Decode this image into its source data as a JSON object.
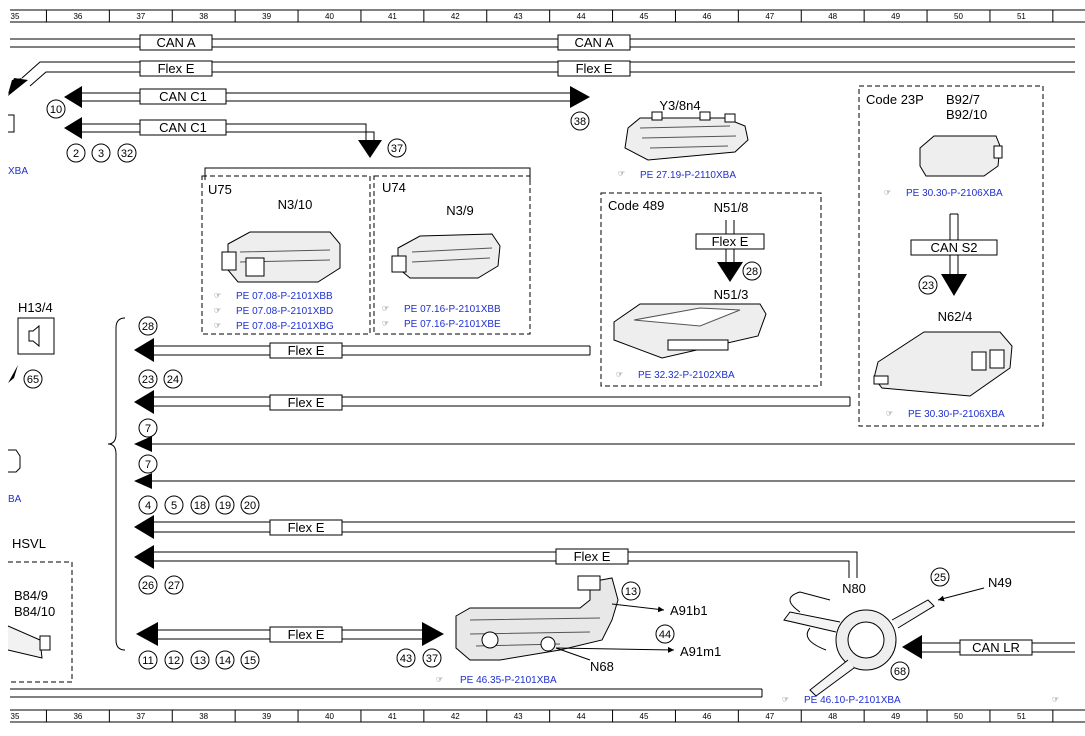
{
  "ruler": [
    "35",
    "36",
    "37",
    "38",
    "39",
    "40",
    "41",
    "42",
    "43",
    "44",
    "45",
    "46",
    "47",
    "48",
    "49",
    "50",
    "51"
  ],
  "bus_labels": {
    "can_a_1": "CAN A",
    "can_a_2": "CAN A",
    "flex_e_top_1": "Flex E",
    "flex_e_top_2": "Flex E",
    "can_c1_1": "CAN C1",
    "can_c1_2": "CAN C1",
    "flex_e_row1": "Flex E",
    "flex_e_row2": "Flex E",
    "flex_e_row3": "Flex E",
    "flex_e_row4": "Flex E",
    "flex_e_bottom": "Flex E",
    "flex_e_n51": "Flex E",
    "can_s2": "CAN S2",
    "can_lr": "CAN LR"
  },
  "circles": {
    "c10": "10",
    "c2": "2",
    "c3": "3",
    "c32": "32",
    "c38": "38",
    "c37a": "37",
    "c28a": "28",
    "c23a": "23",
    "c28b": "28",
    "c23b": "23",
    "c24": "24",
    "c7a": "7",
    "c7b": "7",
    "c4": "4",
    "c5": "5",
    "c18": "18",
    "c19": "19",
    "c20": "20",
    "c26": "26",
    "c27": "27",
    "c65": "65",
    "c13a": "13",
    "c44": "44",
    "c43": "43",
    "c37b": "37",
    "c11": "11",
    "c12": "12",
    "c13b": "13",
    "c14": "14",
    "c15": "15",
    "c25": "25",
    "c68": "68"
  },
  "components": {
    "y3": "Y3/8n4",
    "y3_ref": "PE 27.19-P-2110XBA",
    "u75": "U75",
    "n3_10": "N3/10",
    "n3_10_refs": [
      "PE 07.08-P-2101XBB",
      "PE 07.08-P-2101XBD",
      "PE 07.08-P-2101XBG"
    ],
    "u74": "U74",
    "n3_9": "N3/9",
    "n3_9_refs": [
      "PE 07.16-P-2101XBB",
      "PE 07.16-P-2101XBE"
    ],
    "code489": "Code 489",
    "n51_8": "N51/8",
    "n51_3": "N51/3",
    "n51_ref": "PE 32.32-P-2102XBA",
    "code23p": "Code 23P",
    "b92_7": "B92/7",
    "b92_10": "B92/10",
    "b92_ref": "PE 30.30-P-2106XBA",
    "n62_4": "N62/4",
    "n62_ref": "PE 30.30-P-2106XBA",
    "h13_4": "H13/4",
    "hsvl": "HSVL",
    "b84_9": "B84/9",
    "b84_10": "B84/10",
    "xba_left1": "XBA",
    "xba_left2": "BA",
    "n80": "N80",
    "n49": "N49",
    "a91b1": "A91b1",
    "a91m1": "A91m1",
    "n68": "N68",
    "a91_ref": "PE 46.35-P-2101XBA",
    "n80_ref": "PE 46.10-P-2101XBA"
  }
}
